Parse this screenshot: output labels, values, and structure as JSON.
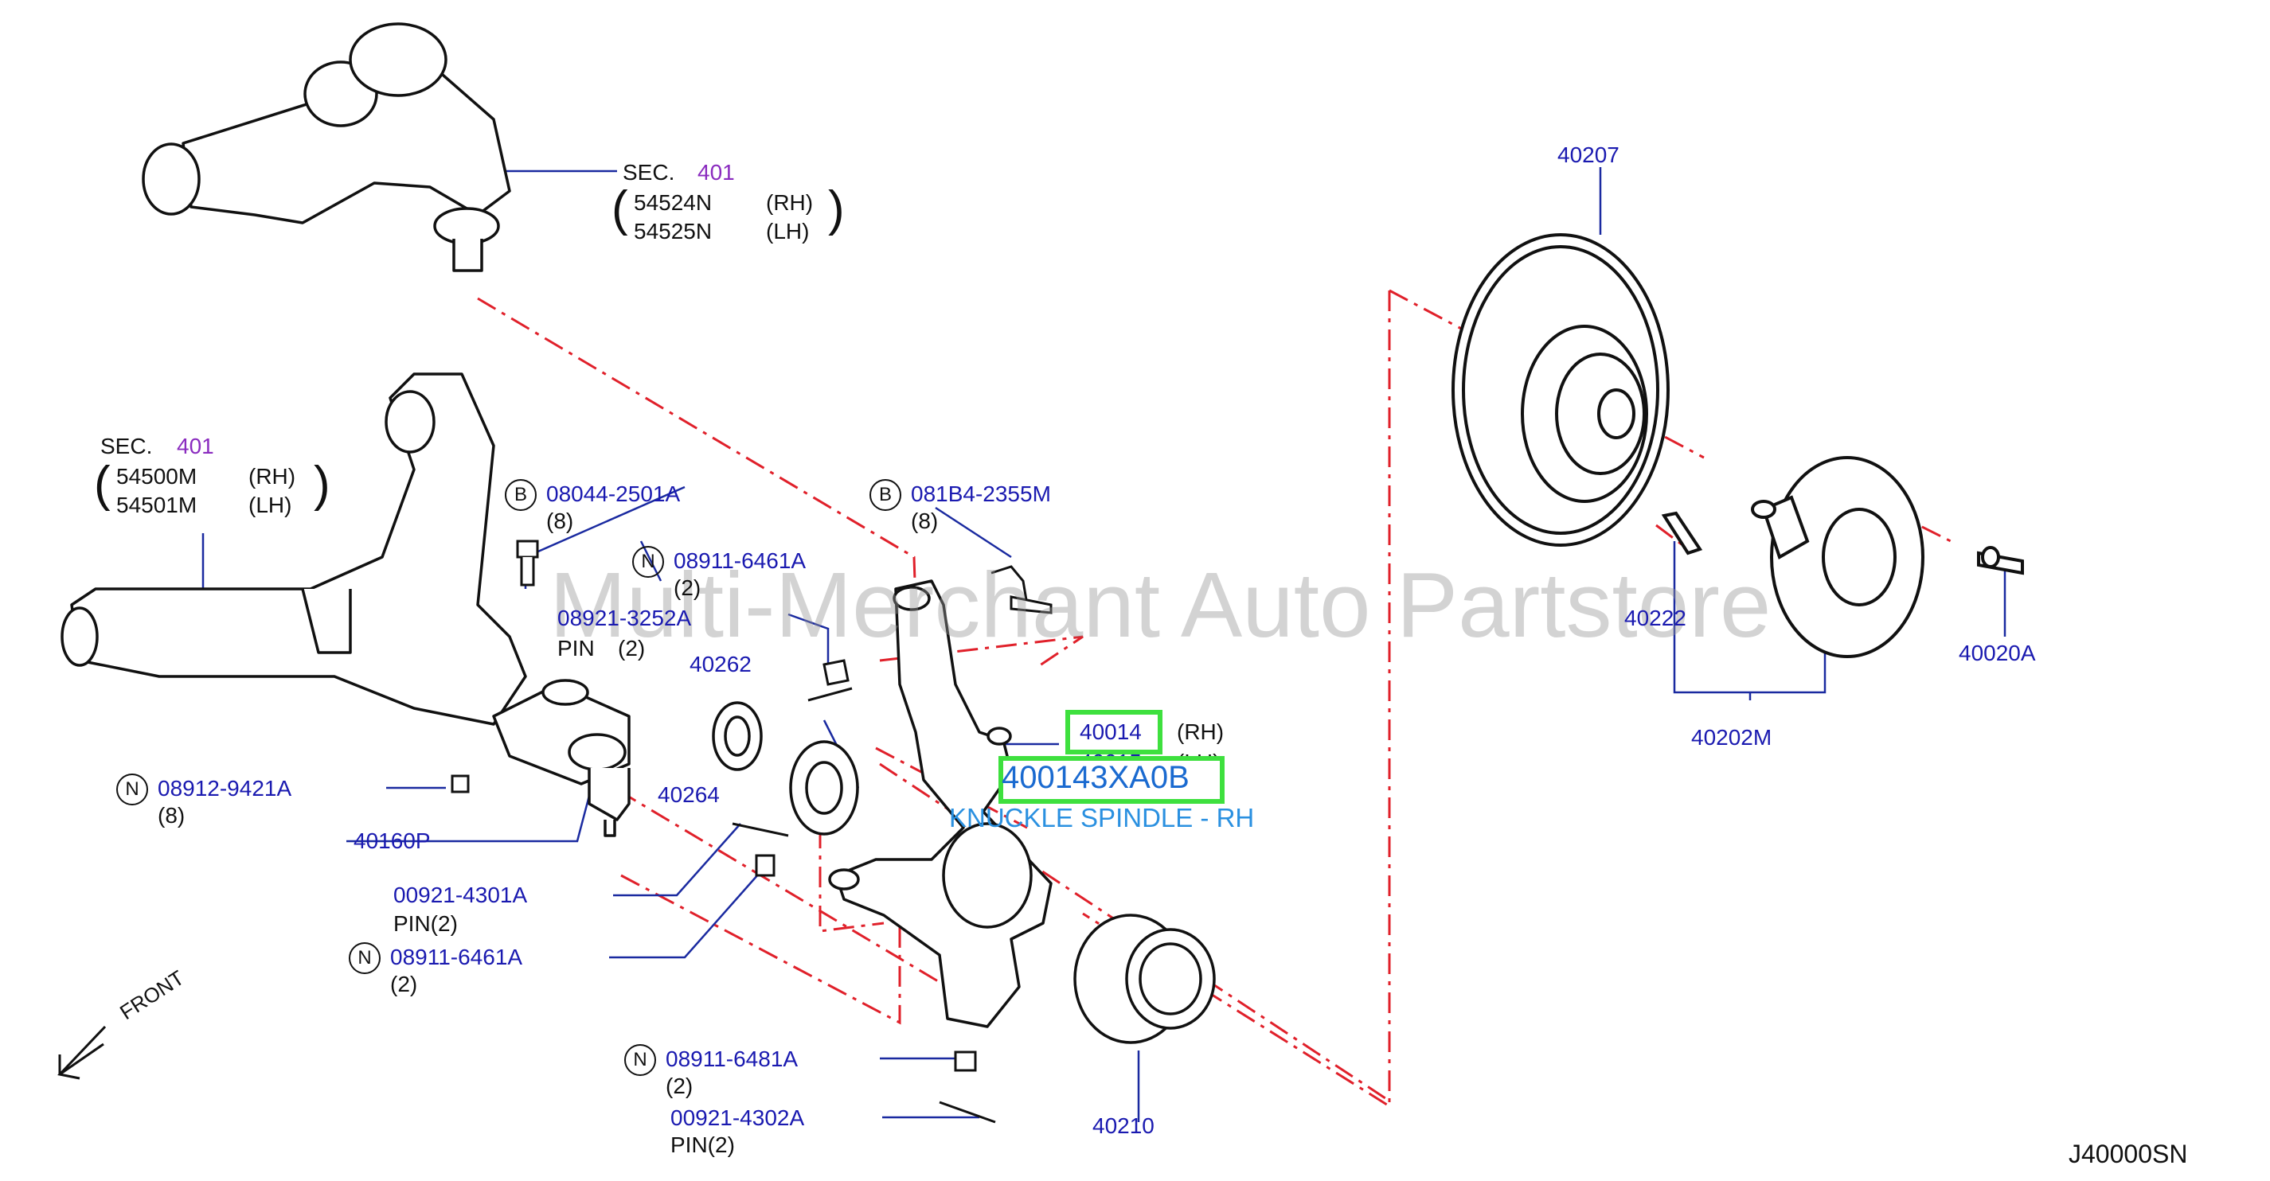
{
  "watermark": "Multi-Merchant Auto Partstore",
  "diagram_code": "J40000SN",
  "front_label": "FRONT",
  "upper_arm": {
    "sec": "SEC.",
    "sec_num": "401",
    "parts": [
      {
        "num": "54524N",
        "side": "(RH)"
      },
      {
        "num": "54525N",
        "side": "(LH)"
      }
    ]
  },
  "lower_arm": {
    "sec": "SEC.",
    "sec_num": "401",
    "parts": [
      {
        "num": "54500M",
        "side": "(RH)"
      },
      {
        "num": "54501M",
        "side": "(LH)"
      }
    ]
  },
  "labels": {
    "bolt_b1": {
      "marker": "B",
      "num": "08044-2501A",
      "qty": "(8)"
    },
    "bolt_b2": {
      "marker": "B",
      "num": "081B4-2355M",
      "qty": "(8)"
    },
    "nut_n1": {
      "marker": "N",
      "num": "08911-6461A",
      "qty": "(2)"
    },
    "pin_1": {
      "num": "08921-3252A",
      "desc": "PIN",
      "qty": "(2)"
    },
    "washer": {
      "num": "40262"
    },
    "seal": {
      "num": "40264"
    },
    "knuckle_rh": {
      "num": "40014",
      "side": "(RH)"
    },
    "knuckle_lh": {
      "num": "40015",
      "side": "(LH)"
    },
    "new_part": {
      "num": "400143XA0B",
      "desc": "KNUCKLE SPINDLE - RH"
    },
    "nut_n2": {
      "marker": "N",
      "num": "08912-9421A",
      "qty": "(8)"
    },
    "ball_joint": {
      "num": "40160P"
    },
    "pin_2": {
      "num": "00921-4301A",
      "desc": "PIN(2)"
    },
    "nut_n3": {
      "marker": "N",
      "num": "08911-6461A",
      "qty": "(2)"
    },
    "nut_n4": {
      "marker": "N",
      "num": "08911-6481A",
      "qty": "(2)"
    },
    "pin_3": {
      "num": "00921-4302A",
      "desc": "PIN(2)"
    },
    "bearing": {
      "num": "40210"
    },
    "rotor": {
      "num": "40207"
    },
    "hub_bolt": {
      "num": "40222"
    },
    "hub_assy": {
      "num": "40202M"
    },
    "hub_nut": {
      "num": "40020A"
    }
  },
  "colors": {
    "label": "#1a1ab0",
    "section": "#8a2bbf",
    "leader": "#e0202a",
    "highlight": "#3ee03e",
    "new_part": "#1a6ad0"
  }
}
